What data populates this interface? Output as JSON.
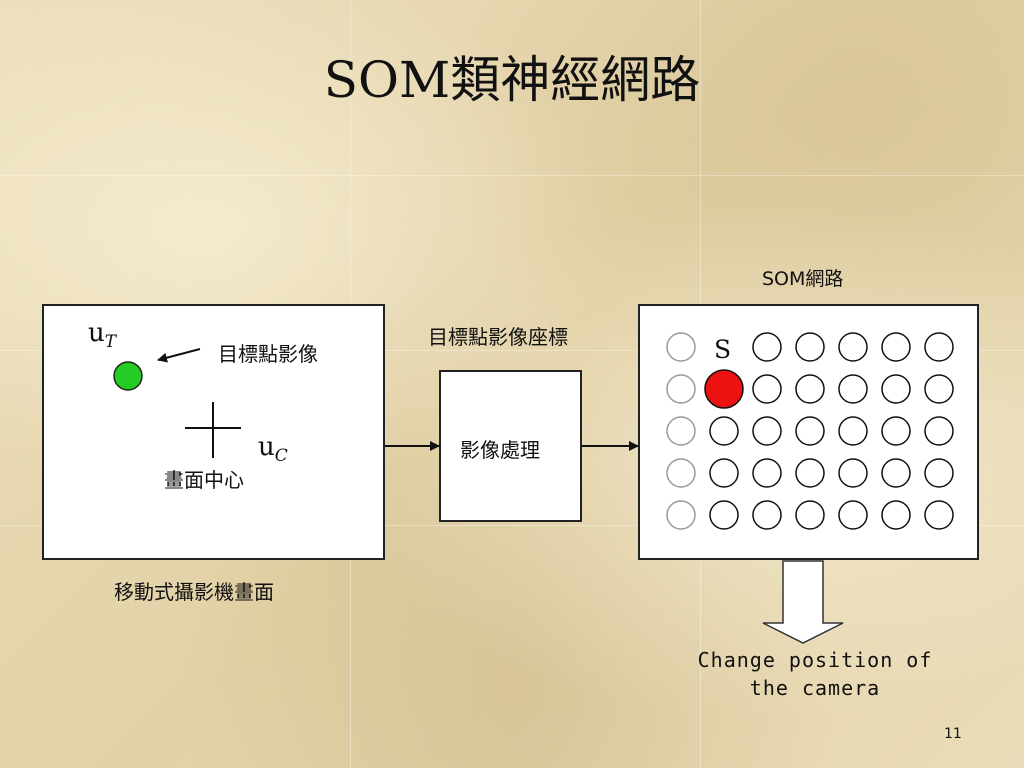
{
  "slide": {
    "title": "SOM類神經網路",
    "page_number": "11"
  },
  "camera_view": {
    "caption": "移動式攝影機畫面",
    "target_symbol": "u",
    "target_subscript": "T",
    "target_label": "目標點影像",
    "center_symbol": "u",
    "center_subscript": "C",
    "center_label": "畫面中心",
    "target_color": "#22cc22"
  },
  "coord_label": "目標點影像座標",
  "processing_label": "影像處理",
  "som": {
    "caption": "SOM網路",
    "winner_label": "S",
    "rows": 5,
    "cols": 7,
    "winner_color": "#ee1111"
  },
  "output_label": {
    "line1": "Change position of",
    "line2": "the camera"
  }
}
